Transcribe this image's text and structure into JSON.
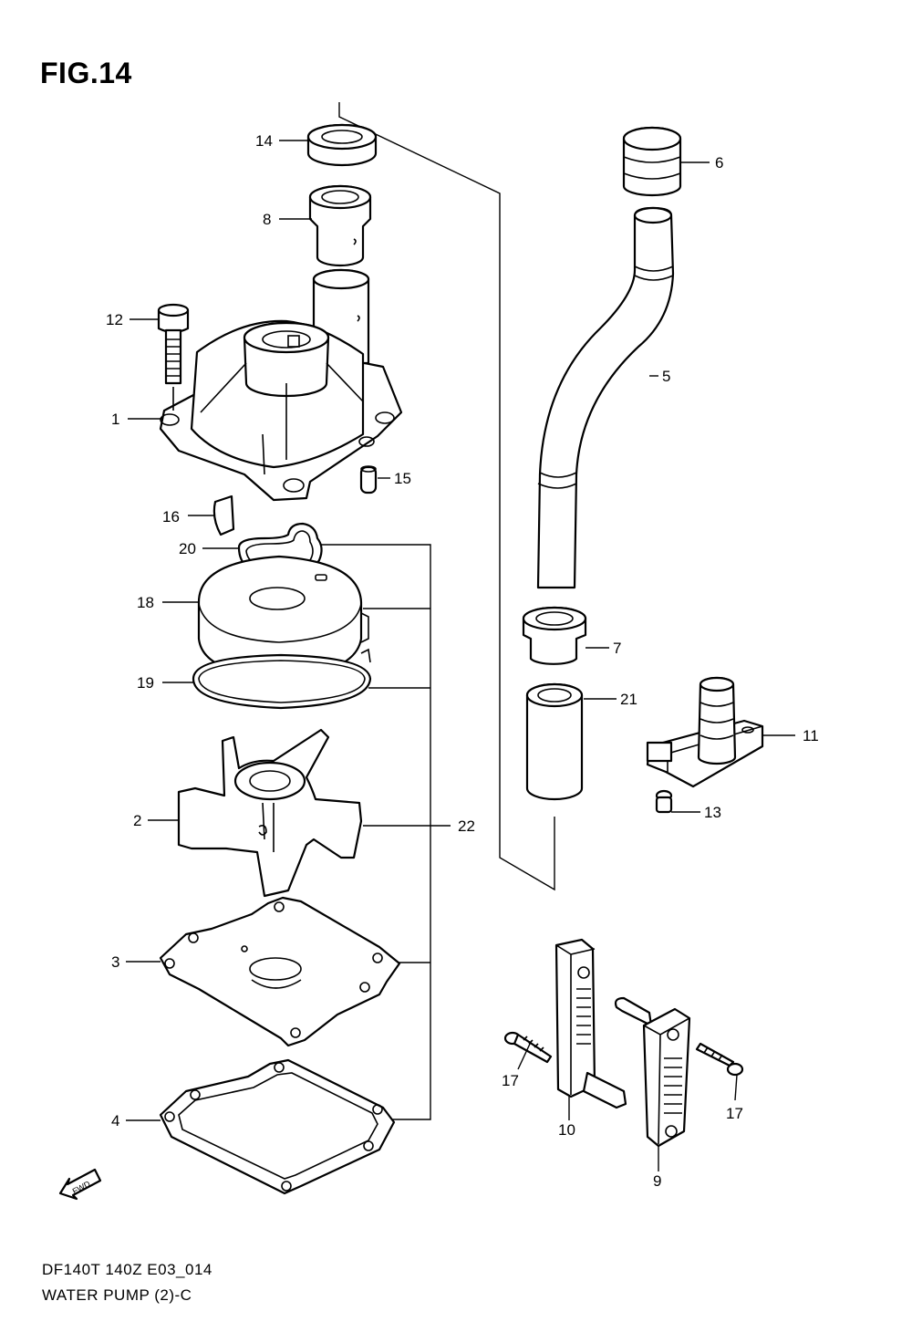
{
  "figure_title": "FIG.14",
  "footer": {
    "code": "DF140T 140Z E03_014",
    "caption": "WATER PUMP (2)-C"
  },
  "fwd_label": "FWD",
  "callouts": {
    "p1": "1",
    "p2": "2",
    "p3": "3",
    "p4": "4",
    "p5": "5",
    "p6": "6",
    "p7": "7",
    "p8": "8",
    "p9": "9",
    "p10": "10",
    "p11": "11",
    "p12": "12",
    "p13": "13",
    "p14": "14",
    "p15": "15",
    "p16": "16",
    "p17a": "17",
    "p17b": "17",
    "p18": "18",
    "p19": "19",
    "p20": "20",
    "p21": "21",
    "p22": "22"
  }
}
